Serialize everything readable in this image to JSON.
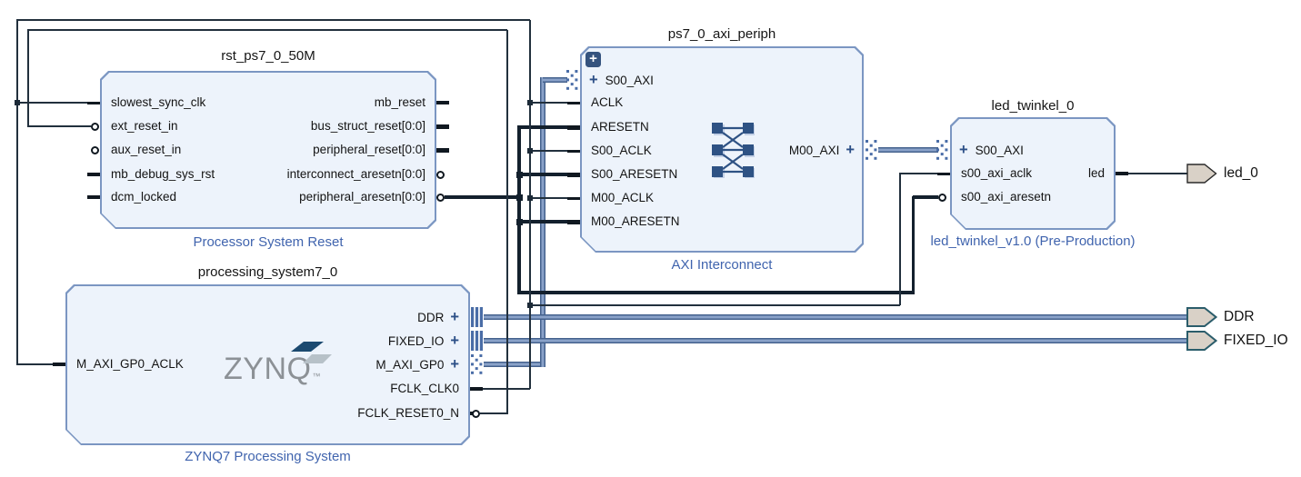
{
  "ui": {
    "plus": "+"
  },
  "blocks": {
    "rst": {
      "title": "rst_ps7_0_50M",
      "type_label": "Processor System Reset",
      "left_pins": [
        "slowest_sync_clk",
        "ext_reset_in",
        "aux_reset_in",
        "mb_debug_sys_rst",
        "dcm_locked"
      ],
      "right_pins": [
        "mb_reset",
        "bus_struct_reset[0:0]",
        "peripheral_reset[0:0]",
        "interconnect_aresetn[0:0]",
        "peripheral_aresetn[0:0]"
      ]
    },
    "axi_periph": {
      "title": "ps7_0_axi_periph",
      "type_label": "AXI Interconnect",
      "slave_interface": "S00_AXI",
      "master_interface": "M00_AXI",
      "left_pins": [
        "ACLK",
        "ARESETN",
        "S00_ACLK",
        "S00_ARESETN",
        "M00_ACLK",
        "M00_ARESETN"
      ]
    },
    "led_twinkel": {
      "title": "led_twinkel_0",
      "type_label": "led_twinkel_v1.0 (Pre-Production)",
      "slave_interface": "S00_AXI",
      "left_pins": [
        "s00_axi_aclk",
        "s00_axi_aresetn"
      ],
      "right_pins": [
        "led"
      ]
    },
    "ps7": {
      "title": "processing_system7_0",
      "type_label": "ZYNQ7 Processing System",
      "logo_text": "ZYNQ",
      "logo_tm": "™",
      "left_pins": [
        "M_AXI_GP0_ACLK"
      ],
      "right_interfaces": [
        "DDR",
        "FIXED_IO",
        "M_AXI_GP0"
      ],
      "right_pins": [
        "FCLK_CLK0",
        "FCLK_RESET0_N"
      ]
    }
  },
  "external_ports": {
    "ddr": "DDR",
    "fixed_io": "FIXED_IO",
    "led": "led_0"
  },
  "colors": {
    "block_fill": "#edf3fb",
    "block_border": "#7b96c2",
    "type_label_blue": "#4064ae",
    "bus_wire": "#44618d",
    "signal_wire": "#22303d",
    "port_fill": "#d9d1c7",
    "port_border": "#2b5d6b",
    "expand_button": "#35537e",
    "connector_blue": "#4a6da7"
  }
}
